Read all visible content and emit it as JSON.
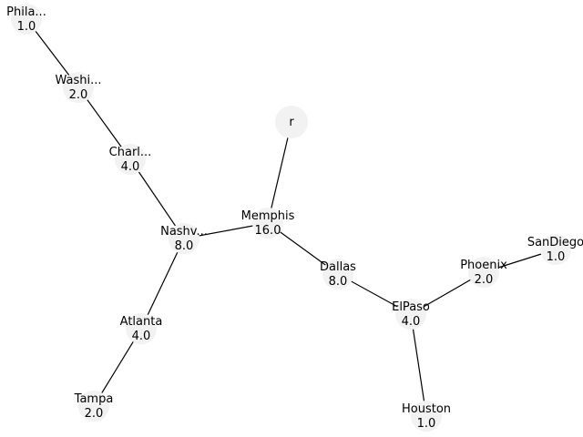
{
  "diagram": {
    "type": "tree",
    "nodes": [
      {
        "id": "r",
        "name": "r",
        "value": ""
      },
      {
        "id": "memphis",
        "name": "Memphis",
        "value": "16.0"
      },
      {
        "id": "nashville",
        "name": "Nashv...",
        "value": "8.0"
      },
      {
        "id": "dallas",
        "name": "Dallas",
        "value": "8.0"
      },
      {
        "id": "charlotte",
        "name": "Charl...",
        "value": "4.0"
      },
      {
        "id": "washington",
        "name": "Washi...",
        "value": "2.0"
      },
      {
        "id": "philadelphia",
        "name": "Phila...",
        "value": "1.0"
      },
      {
        "id": "atlanta",
        "name": "Atlanta",
        "value": "4.0"
      },
      {
        "id": "tampa",
        "name": "Tampa",
        "value": "2.0"
      },
      {
        "id": "elpaso",
        "name": "ElPaso",
        "value": "4.0"
      },
      {
        "id": "phoenix",
        "name": "Phoenix",
        "value": "2.0"
      },
      {
        "id": "sandiego",
        "name": "SanDiego",
        "value": "1.0"
      },
      {
        "id": "houston",
        "name": "Houston",
        "value": "1.0"
      }
    ],
    "edges": [
      [
        "r",
        "memphis"
      ],
      [
        "memphis",
        "nashville"
      ],
      [
        "memphis",
        "dallas"
      ],
      [
        "nashville",
        "charlotte"
      ],
      [
        "charlotte",
        "washington"
      ],
      [
        "washington",
        "philadelphia"
      ],
      [
        "nashville",
        "atlanta"
      ],
      [
        "atlanta",
        "tampa"
      ],
      [
        "dallas",
        "elpaso"
      ],
      [
        "elpaso",
        "phoenix"
      ],
      [
        "phoenix",
        "sandiego"
      ],
      [
        "elpaso",
        "houston"
      ]
    ]
  }
}
